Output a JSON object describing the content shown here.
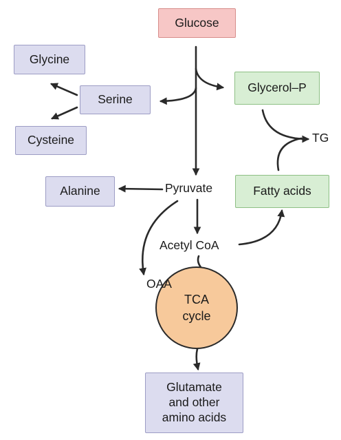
{
  "nodes": {
    "glucose": "Glucose",
    "glycine": "Glycine",
    "serine": "Serine",
    "cysteine": "Cysteine",
    "glycerol_p": "Glycerol–P",
    "tg": "TG",
    "alanine": "Alanine",
    "pyruvate": "Pyruvate",
    "fatty_acids": "Fatty acids",
    "acetyl_coa": "Acetyl CoA",
    "oaa": "OAA",
    "tca_line1": "TCA",
    "tca_line2": "cycle",
    "glutamate_line1": "Glutamate",
    "glutamate_line2": "and other",
    "glutamate_line3": "amino acids"
  },
  "colors": {
    "precursor_fill": "#f7c7c6",
    "amino_acid_fill": "#dcdcef",
    "lipid_fill": "#d8eed4",
    "tca_fill": "#f7c99b",
    "arrow": "#2a2a2a"
  }
}
